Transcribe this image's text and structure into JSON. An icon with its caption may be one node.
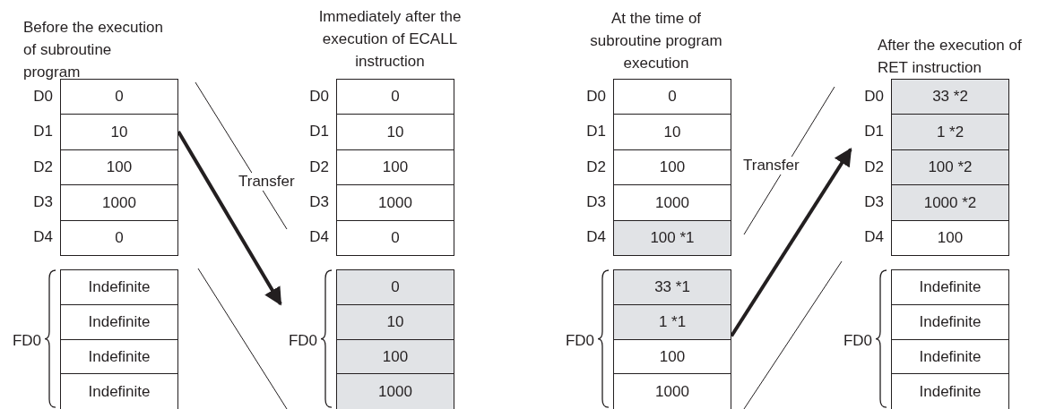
{
  "diagram": {
    "nodes": [
      {
        "text": [],
        "shape": "box"
      },
      {
        "text": [
          "0"
        ],
        "in": 0,
        "beside": [
          "D0"
        ]
      },
      {
        "text": [
          "10"
        ],
        "in": 0,
        "beside": [
          "D1"
        ]
      },
      {
        "text": [
          "100"
        ],
        "in": 0,
        "beside": [
          "D2"
        ]
      },
      {
        "text": [
          "1000"
        ],
        "in": 0,
        "beside": [
          "D3"
        ]
      },
      {
        "text": [
          "0"
        ],
        "in": 0,
        "beside": [
          "D4"
        ]
      },
      {
        "text": [],
        "shape": "box",
        "beside": [
          "FD0"
        ]
      },
      {
        "text": [
          "Indefinite"
        ],
        "in": 6
      },
      {
        "text": [
          "Indefinite"
        ],
        "in": 6
      },
      {
        "text": [
          "Indefinite"
        ],
        "in": 6
      },
      {
        "text": [
          "Indefinite"
        ],
        "in": 6
      },
      {
        "text": [],
        "shape": "box"
      },
      {
        "text": [
          "0"
        ],
        "in": 11,
        "beside": [
          "D0"
        ]
      },
      {
        "text": [
          "10"
        ],
        "in": 11,
        "beside": [
          "D1"
        ]
      },
      {
        "text": [
          "100"
        ],
        "in": 11,
        "beside": [
          "D2"
        ]
      },
      {
        "text": [
          "1000"
        ],
        "in": 11,
        "beside": [
          "D3"
        ]
      },
      {
        "text": [
          "0"
        ],
        "in": 11,
        "beside": [
          "D4"
        ]
      },
      {
        "text": [],
        "shape": "box",
        "beside": [
          "FD0"
        ]
      },
      {
        "text": [
          "0"
        ],
        "in": 17
      },
      {
        "text": [
          "10"
        ],
        "in": 17
      },
      {
        "text": [
          "100"
        ],
        "in": 17
      },
      {
        "text": [
          "1000"
        ],
        "in": 17
      },
      {
        "text": [],
        "shape": "box"
      },
      {
        "text": [
          "0"
        ],
        "in": 22,
        "beside": [
          "D0"
        ]
      },
      {
        "text": [
          "10"
        ],
        "in": 22,
        "beside": [
          "D1"
        ]
      },
      {
        "text": [
          "100"
        ],
        "in": 22,
        "beside": [
          "D2"
        ]
      },
      {
        "text": [
          "1000"
        ],
        "in": 22,
        "beside": [
          "D3"
        ]
      },
      {
        "text": [
          "100 *1"
        ],
        "in": 22,
        "beside": [
          "D4"
        ]
      },
      {
        "text": [],
        "shape": "box",
        "beside": [
          "FD0"
        ]
      },
      {
        "text": [
          "33 *1"
        ],
        "in": 28
      },
      {
        "text": [
          "1 *1"
        ],
        "in": 28
      },
      {
        "text": [
          "100"
        ],
        "in": 28
      },
      {
        "text": [
          "1000"
        ],
        "in": 28
      },
      {
        "text": [],
        "shape": "box"
      },
      {
        "text": [
          "33 *2"
        ],
        "in": 33,
        "beside": [
          "D0"
        ]
      },
      {
        "text": [
          "1 *2"
        ],
        "in": 33,
        "beside": [
          "D1"
        ]
      },
      {
        "text": [
          "100 *2"
        ],
        "in": 33,
        "beside": [
          "D2"
        ]
      },
      {
        "text": [
          "1000 *2"
        ],
        "in": 33,
        "beside": [
          "D3"
        ]
      },
      {
        "text": [
          "100"
        ],
        "in": 33,
        "beside": [
          "D4"
        ]
      },
      {
        "text": [],
        "shape": "box",
        "beside": [
          "FD0"
        ]
      },
      {
        "text": [
          "Indefinite"
        ],
        "in": 39
      },
      {
        "text": [
          "Indefinite"
        ],
        "in": 39
      },
      {
        "text": [
          "Indefinite"
        ],
        "in": 39
      },
      {
        "text": [
          "Indefinite"
        ],
        "in": 39
      }
    ],
    "edges": [
      {
        "from": 0,
        "to": 17,
        "arrow": "to",
        "label": "Transfer"
      },
      {
        "from": 28,
        "to": 33,
        "arrow": "to",
        "label": "Transfer"
      }
    ],
    "labels": [
      "Before the execution of subroutine program",
      "Immediately after the execution of ECALL instruction",
      "At the time of subroutine program execution",
      "After the execution of RET instruction"
    ]
  }
}
